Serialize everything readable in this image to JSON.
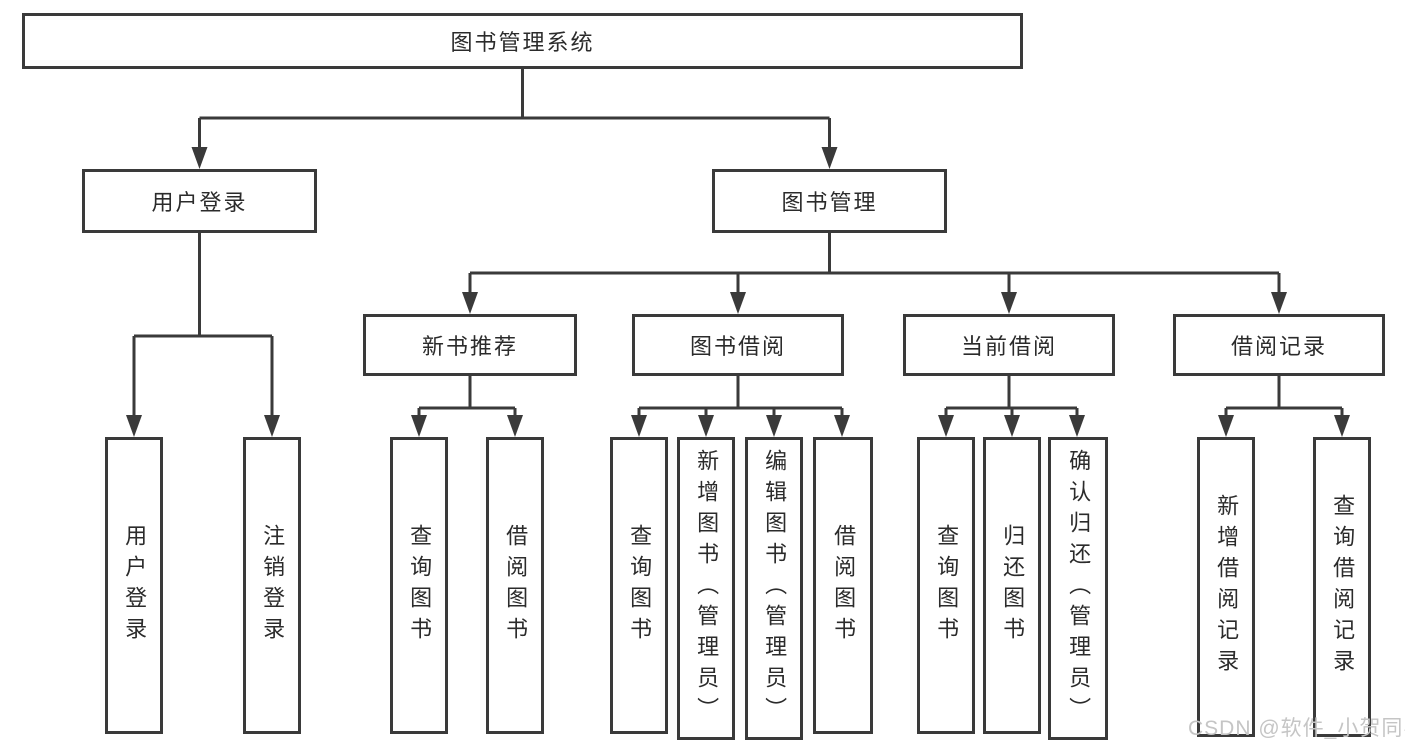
{
  "diagram_title": "图书管理系统",
  "tree": {
    "root": {
      "label": "图书管理系统"
    },
    "branches": [
      {
        "label": "用户登录",
        "children": [
          {
            "label": "用户登录"
          },
          {
            "label": "注销登录"
          }
        ]
      },
      {
        "label": "图书管理",
        "children": [
          {
            "label": "新书推荐",
            "children": [
              {
                "label": "查询图书"
              },
              {
                "label": "借阅图书"
              }
            ]
          },
          {
            "label": "图书借阅",
            "children": [
              {
                "label": "查询图书"
              },
              {
                "label": "新增图书（管理员）"
              },
              {
                "label": "编辑图书（管理员）"
              },
              {
                "label": "借阅图书"
              }
            ]
          },
          {
            "label": "当前借阅",
            "children": [
              {
                "label": "查询图书"
              },
              {
                "label": "归还图书"
              },
              {
                "label": "确认归还（管理员）"
              }
            ]
          },
          {
            "label": "借阅记录",
            "children": [
              {
                "label": "新增借阅记录"
              },
              {
                "label": "查询借阅记录"
              }
            ]
          }
        ]
      }
    ]
  },
  "watermark": "CSDN @软件_小贺同学",
  "colors": {
    "line": "#3a3a3a",
    "text": "#2b2b2b",
    "background": "#ffffff",
    "watermark": "#c5c5c5"
  }
}
